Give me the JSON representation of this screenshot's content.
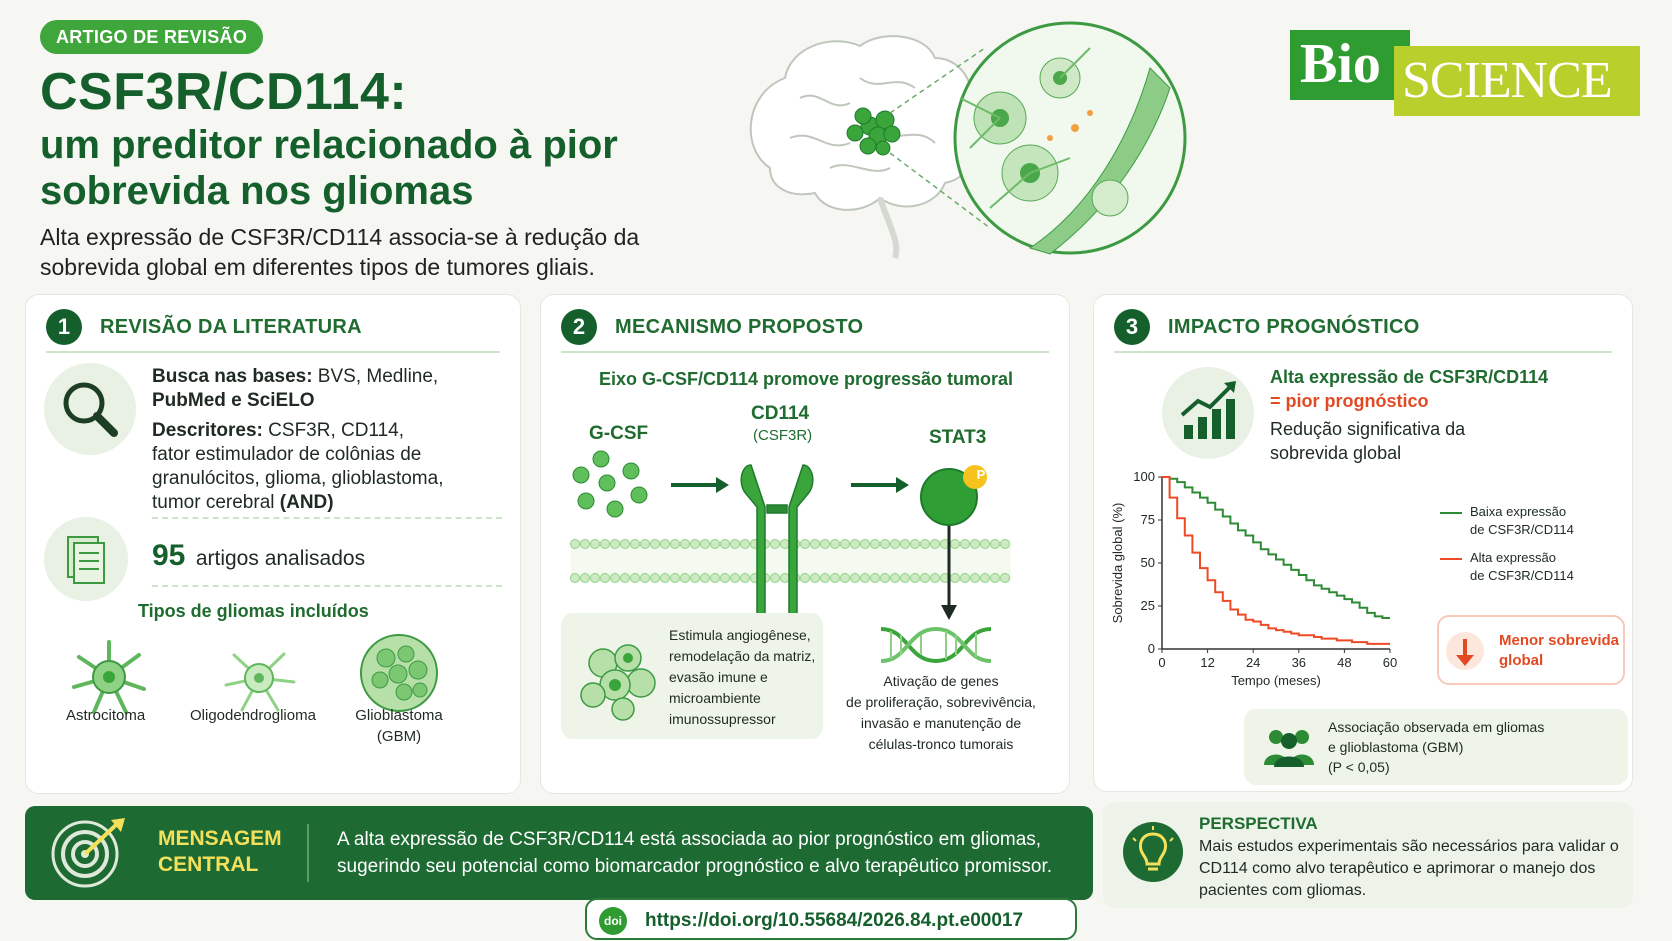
{
  "badge": "ARTIGO DE REVISÃO",
  "title_main": "CSF3R/CD114:",
  "title_sub": "um preditor relacionado à pior sobrevida nos gliomas",
  "subtitle": "Alta expressão de CSF3R/CD114 associa-se à redução da sobrevida global em diferentes tipos de tumores gliais.",
  "logo": {
    "bio": "Bio",
    "science": "SCIENCE"
  },
  "panel1": {
    "number": "1",
    "title": "REVISÃO DA LITERATURA",
    "search_label": "Busca nas bases:",
    "search_bases_a": " BVS, Medline,",
    "search_bases_b": "PubMed e SciELO",
    "descriptors_label": "Descritores:",
    "descriptors_a": " CSF3R, CD114,",
    "descriptors_b": "fator estimulador de colônias de",
    "descriptors_c": "granulócitos, glioma, glioblastoma,",
    "descriptors_d": "tumor cerebral ",
    "descriptors_and": "(AND)",
    "articles_count": "95",
    "articles_label": "artigos analisados",
    "types_title": "Tipos de gliomas incluídos",
    "types": [
      "Astrocitoma",
      "Oligodendroglioma",
      "Glioblastoma",
      "(GBM)"
    ]
  },
  "panel2": {
    "number": "2",
    "title": "MECANISMO PROPOSTO",
    "axis_title": "Eixo G-CSF/CD114 promove progressão tumoral",
    "gcsf": "G-CSF",
    "cd114": "CD114",
    "csf3r": "(CSF3R)",
    "stat3": "STAT3",
    "phospho": "P",
    "effects": [
      "Estimula angiogênese,",
      "remodelação da matriz,",
      "evasão imune e",
      "microambiente",
      "imunossupressor"
    ],
    "genes": [
      "Ativação de genes",
      "de proliferação, sobrevivência,",
      "invasão e manutenção de",
      "células-tronco tumorais"
    ]
  },
  "panel3": {
    "number": "3",
    "title": "IMPACTO PROGNÓSTICO",
    "high_expr": "Alta expressão de CSF3R/CD114",
    "worse": "= pior prognóstico",
    "reduction_a": "Redução significativa da",
    "reduction_b": "sobrevida global",
    "less_survival_a": "Menor sobrevida",
    "less_survival_b": "global",
    "assoc_a": "Associação observada em gliomas",
    "assoc_b": "e glioblastoma (GBM)",
    "assoc_c": "(P < 0,05)"
  },
  "chart_data": {
    "type": "line",
    "xlabel": "Tempo (meses)",
    "ylabel": "Sobrevida global (%)",
    "xlim": [
      0,
      60
    ],
    "ylim": [
      0,
      100
    ],
    "xticks": [
      0,
      12,
      24,
      36,
      48,
      60
    ],
    "yticks": [
      0,
      25,
      50,
      75,
      100
    ],
    "legend_position": "right",
    "series": [
      {
        "name": "Baixa expressão de CSF3R/CD114",
        "legend": [
          "Baixa expressão",
          "de CSF3R/CD114"
        ],
        "color": "#2e8b35",
        "x": [
          0,
          2,
          4,
          6,
          8,
          10,
          12,
          14,
          16,
          18,
          20,
          22,
          24,
          26,
          28,
          30,
          32,
          34,
          36,
          38,
          40,
          42,
          44,
          46,
          48,
          50,
          52,
          54,
          56,
          58,
          60
        ],
        "y": [
          100,
          99,
          97,
          94,
          91,
          88,
          85,
          81,
          77,
          73,
          69,
          66,
          62,
          58,
          55,
          52,
          49,
          46,
          43,
          40,
          37,
          35,
          33,
          31,
          29,
          27,
          24,
          21,
          19,
          18,
          18
        ]
      },
      {
        "name": "Alta expressão de CSF3R/CD114",
        "legend": [
          "Alta expressão",
          "de CSF3R/CD114"
        ],
        "color": "#ef4a25",
        "x": [
          0,
          2,
          4,
          6,
          8,
          10,
          12,
          14,
          16,
          18,
          20,
          22,
          24,
          26,
          28,
          30,
          32,
          34,
          36,
          38,
          40,
          42,
          44,
          46,
          48,
          50,
          52,
          54,
          56,
          58,
          60
        ],
        "y": [
          100,
          88,
          76,
          66,
          56,
          47,
          40,
          33,
          28,
          23,
          20,
          17,
          16,
          14,
          12,
          11,
          10,
          9,
          8,
          8,
          7,
          6,
          6,
          5,
          5,
          4,
          4,
          3,
          3,
          3,
          3
        ]
      }
    ]
  },
  "message": {
    "label_a": "MENSAGEM",
    "label_b": "CENTRAL",
    "text": "A alta expressão de CSF3R/CD114 está associada ao pior prognóstico em gliomas, sugerindo seu potencial como biomarcador prognóstico e alvo terapêutico promissor."
  },
  "perspective": {
    "title": "PERSPECTIVA",
    "text": "Mais estudos experimentais são necessários para validar o CD114 como alvo terapêutico e aprimorar o manejo dos pacientes com gliomas."
  },
  "doi": {
    "icon": "doi",
    "url": "https://doi.org/10.55684/2026.84.pt.e00017"
  },
  "colors": {
    "primary": "#155f2c",
    "accent": "#3ea63a",
    "red": "#e24a24",
    "yellow": "#f4e05a"
  }
}
